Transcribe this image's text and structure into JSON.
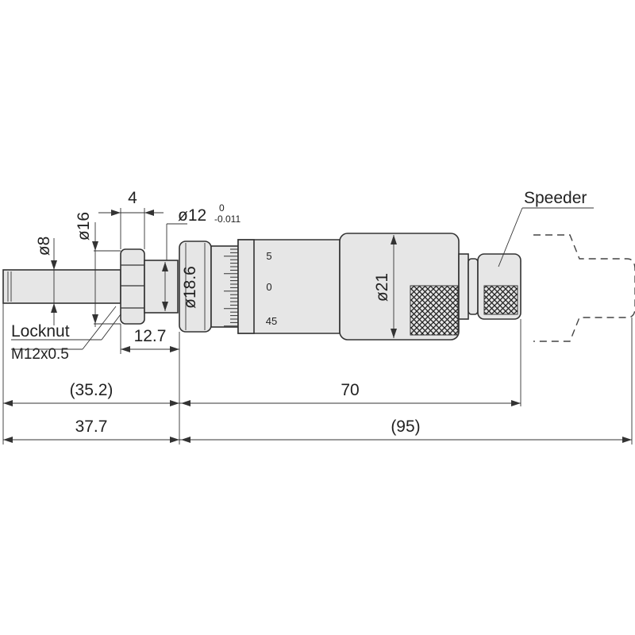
{
  "drawing": {
    "labels": {
      "spindle_dia": "ø8",
      "nut_dia": "ø16",
      "nut_width": "4",
      "stem_dia_main": "ø12",
      "stem_tol_upper": "0",
      "stem_tol_lower": "-0.011",
      "sleeve_dia": "ø18.6",
      "thimble_dia": "ø21",
      "speeder": "Speeder",
      "locknut": "Locknut",
      "locknut_thread": "M12x0.5",
      "stem_len": "12.7",
      "ref_35": "(35.2)",
      "len_70": "70",
      "len_377": "37.7",
      "ref_95": "(95)"
    },
    "scale": {
      "top": "5",
      "mid": "0",
      "bottom": "45"
    }
  }
}
